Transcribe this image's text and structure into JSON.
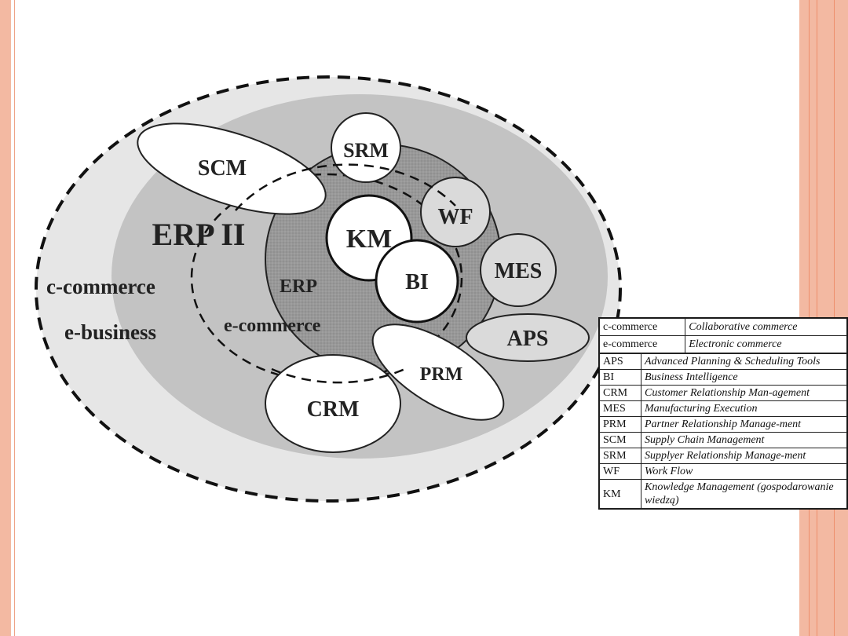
{
  "diagram": {
    "labels": {
      "scm": "SCM",
      "srm": "SRM",
      "wf": "WF",
      "km": "KM",
      "bi": "BI",
      "mes": "MES",
      "aps": "APS",
      "prm": "PRM",
      "crm": "CRM",
      "erp": "ERP",
      "erp2": "ERP II",
      "ccommerce": "c-commerce",
      "ebusiness": "e-business",
      "ecommerce": "e-commerce"
    },
    "colors": {
      "outer_band": "#e6e6e6",
      "erp2_ring": "#c3c3c3",
      "erp_core": "#989898",
      "white_nodes": "#ffffff",
      "light_nodes": "#dadada",
      "accent": "#f3b9a2"
    }
  },
  "legend": {
    "top_rows": [
      {
        "abbr": "c-commerce",
        "definition": "Collaborative commerce"
      },
      {
        "abbr": "e-commerce",
        "definition": "Electronic commerce"
      }
    ],
    "rows": [
      {
        "abbr": "APS",
        "definition": "Advanced Planning & Scheduling Tools"
      },
      {
        "abbr": "BI",
        "definition": "Business Intelligence"
      },
      {
        "abbr": "CRM",
        "definition": "Customer Relationship Man-agement"
      },
      {
        "abbr": "MES",
        "definition": "Manufacturing Execution"
      },
      {
        "abbr": "PRM",
        "definition": "Partner Relationship Manage-ment"
      },
      {
        "abbr": "SCM",
        "definition": "Supply Chain Management"
      },
      {
        "abbr": "SRM",
        "definition": "Supplyer Relationship Manage-ment"
      },
      {
        "abbr": "WF",
        "definition": "Work Flow"
      },
      {
        "abbr": "KM",
        "definition": "Knowledge Management (gospodarowanie wiedzą)"
      }
    ]
  }
}
